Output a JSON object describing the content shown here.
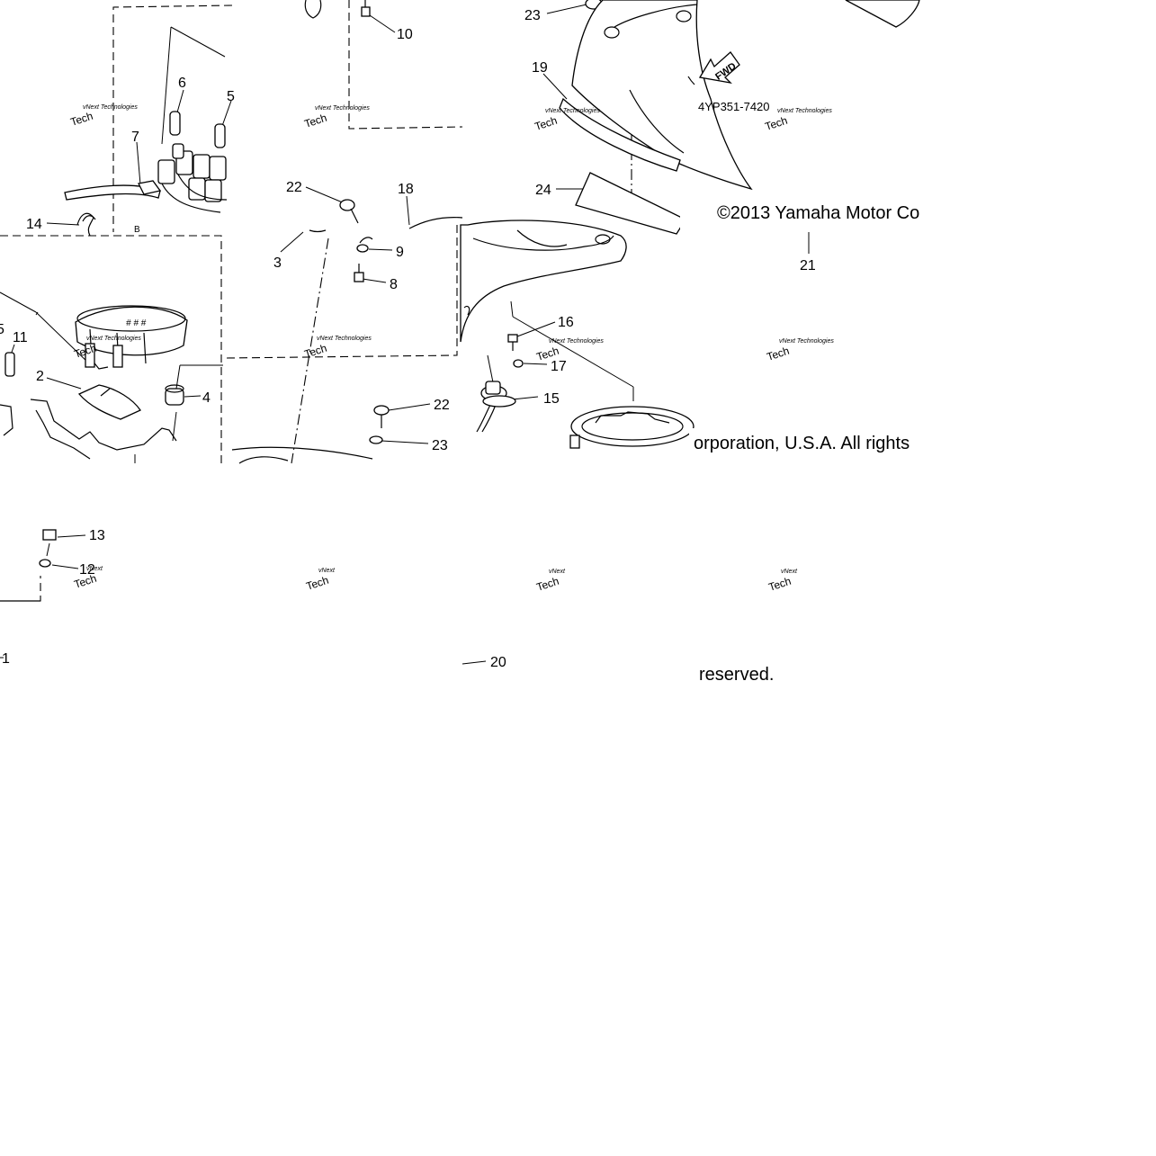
{
  "diagram": {
    "part_number_code": "4YP351-7420",
    "fwd_arrow": "FWD",
    "copyright_lines": [
      "©2013 Yamaha Motor Co",
      "orporation, U.S.A. All rights",
      "reserved."
    ],
    "watermark_lines": [
      "vNext Technologies",
      "vNext",
      "Tech"
    ],
    "callouts": [
      "10",
      "23",
      "19",
      "6",
      "5",
      "7",
      "22",
      "18",
      "24",
      "21",
      "14",
      "3",
      "9",
      "8",
      "16",
      "17",
      "15",
      "5",
      "11",
      "2",
      "4",
      "22",
      "23",
      "13",
      "12",
      "1",
      "20",
      "B"
    ]
  }
}
